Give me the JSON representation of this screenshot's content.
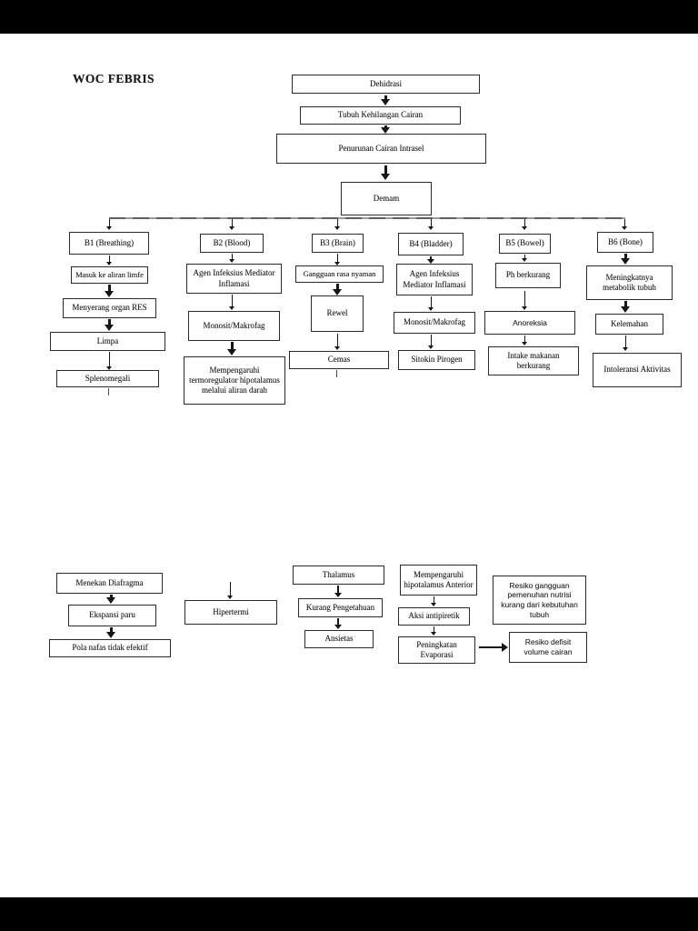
{
  "title": "WOC FEBRIS",
  "flow": {
    "chain": [
      "Dehidrasi",
      "Tubuh Kehilangan Cairan",
      "Penurunan Cairan Intrasel",
      "Demam"
    ],
    "b1": {
      "header": "B1 (Breathing)",
      "steps": [
        "Masuk ke aliran limfe",
        "Menyerang organ RES",
        "Limpa",
        "Splenomegali"
      ]
    },
    "b2": {
      "header": "B2 (Blood)",
      "steps": [
        "Agen Infeksius Mediator Inflamasi",
        "Monosit/Makrofag",
        "Mempengaruhi termoregulator hipotalamus melalui aliran darah"
      ]
    },
    "b3": {
      "header": "B3 (Brain)",
      "steps": [
        "Gangguan rasa nyaman",
        "Rewel",
        "Cemas"
      ]
    },
    "b4": {
      "header": "B4 (Bladder)",
      "steps": [
        "Agen Infeksius Mediator Inflamasi",
        "Monosit/Makrofag",
        "Sitokin Pirogen"
      ]
    },
    "b5": {
      "header": "B5 (Bowel)",
      "steps": [
        "Ph berkurang",
        "Anoreksia",
        "Intake makanan berkurang"
      ]
    },
    "b6": {
      "header": "B6 (Bone)",
      "steps": [
        "Meningkatnya metabolik tubuh",
        "Kelemahan",
        "Intoleransi Aktivitas"
      ]
    },
    "lower": {
      "breathing": [
        "Menekan Diafragma",
        "Ekspansi paru",
        "Pola nafas tidak efektif"
      ],
      "hipertermi": "Hipertermi",
      "brain": [
        "Thalamus",
        "Kurang Pengetahuan",
        "Ansietas"
      ],
      "bladder": [
        "Mempengaruhi hipotalamus Anterior",
        "Aksi antipiretik",
        "Peningkatan Evaporasi"
      ],
      "outcome_nutrisi": "Resiko gangguan pemenuhan nutrisi kurang dari kebutuhan tubuh",
      "outcome_cairan": "Resiko defisit volume cairan"
    }
  },
  "colors": {
    "ink": "#1a1a1a",
    "page": "#ffffff",
    "letterbox": "#000000"
  }
}
